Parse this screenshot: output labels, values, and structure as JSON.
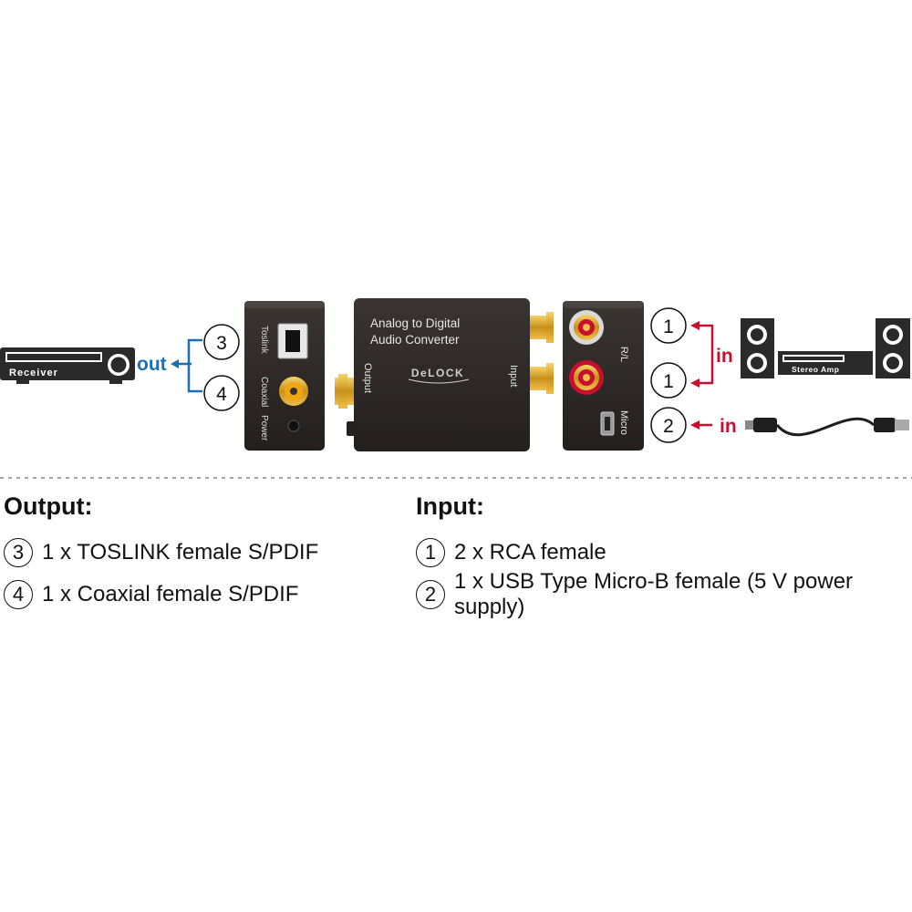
{
  "diagram": {
    "converter": {
      "title_line1": "Analog to Digital",
      "title_line2": "Audio Converter",
      "brand": "DeLOCK",
      "output_side_label": "Output",
      "input_side_label": "Input"
    },
    "left_panel": {
      "toslink_label": "Toslink",
      "coaxial_label": "Coaxial",
      "power_label": "Power"
    },
    "right_panel": {
      "rl_label": "R/L",
      "micro_label": "Micro"
    },
    "receiver_label": "Receiver",
    "stereo_amp_label": "Stereo Amp",
    "out_label": "out",
    "in_label": "in",
    "callouts": {
      "toslink": "3",
      "coaxial": "4",
      "rca_r": "1",
      "rca_l": "1",
      "usb": "2"
    },
    "colors": {
      "out": "#1a6fb5",
      "in": "#c8102e",
      "device": "#2e2a28",
      "gold": "#d4a017"
    }
  },
  "legend": {
    "output": {
      "heading": "Output:",
      "items": [
        {
          "num": "3",
          "text": "1 x TOSLINK female S/PDIF"
        },
        {
          "num": "4",
          "text": "1 x Coaxial female S/PDIF"
        }
      ]
    },
    "input": {
      "heading": "Input:",
      "items": [
        {
          "num": "1",
          "text": "2 x RCA female"
        },
        {
          "num": "2",
          "text": "1 x USB Type Micro-B female (5 V power supply)"
        }
      ]
    }
  }
}
